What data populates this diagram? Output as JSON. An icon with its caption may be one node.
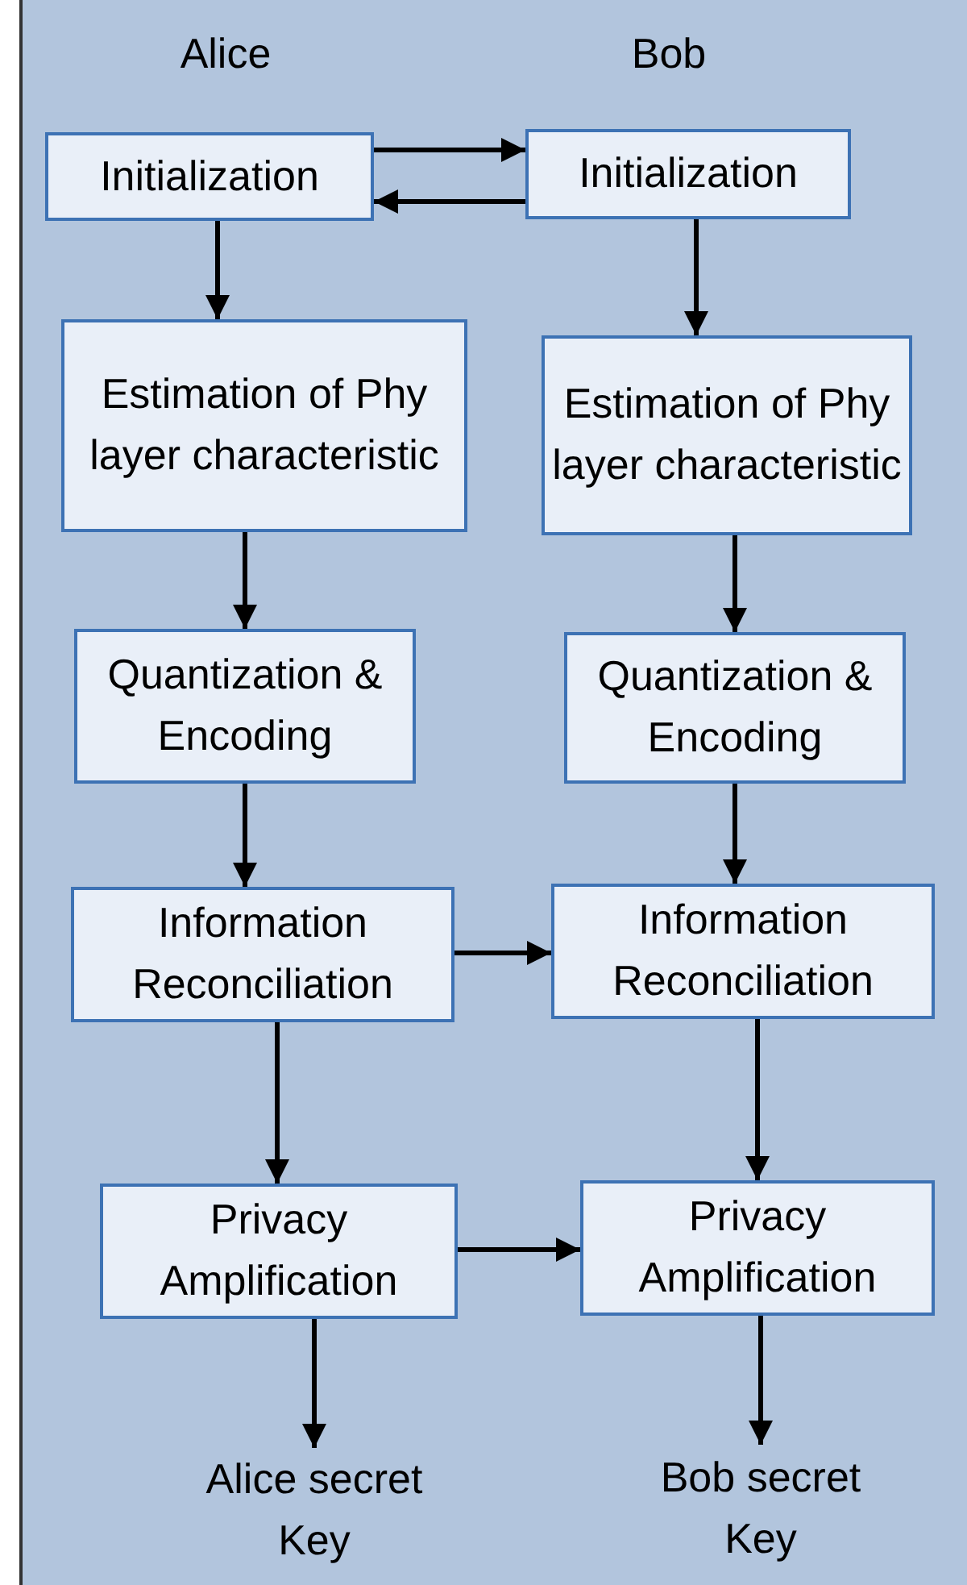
{
  "diagram": {
    "nodes": [
      {
        "text": [
          "Initialization"
        ]
      },
      {
        "text": [
          "Initialization"
        ]
      },
      {
        "text": [
          "Estimation of Phy layer characteristic"
        ]
      },
      {
        "text": [
          "Estimation of Phy layer characteristic"
        ]
      },
      {
        "text": [
          "Quantization & Encoding"
        ]
      },
      {
        "text": [
          "Quantization & Encoding"
        ]
      },
      {
        "text": [
          "Information Reconciliation"
        ]
      },
      {
        "text": [
          "Information Reconciliation"
        ]
      },
      {
        "text": [
          "Privacy Amplification"
        ]
      },
      {
        "text": [
          "Privacy Amplification"
        ]
      },
      {
        "text": [
          "Alice secret Key"
        ]
      },
      {
        "text": [
          "Bob secret Key"
        ]
      }
    ],
    "edges": [
      {
        "from": 0,
        "to": 1,
        "arrow": "to"
      },
      {
        "from": 1,
        "to": 0,
        "arrow": "to"
      },
      {
        "from": 0,
        "to": 2,
        "arrow": "to"
      },
      {
        "from": 1,
        "to": 3,
        "arrow": "to"
      },
      {
        "from": 2,
        "to": 4,
        "arrow": "to"
      },
      {
        "from": 3,
        "to": 5,
        "arrow": "to"
      },
      {
        "from": 4,
        "to": 6,
        "arrow": "to"
      },
      {
        "from": 5,
        "to": 7,
        "arrow": "to"
      },
      {
        "from": 6,
        "to": 7,
        "arrow": "to"
      },
      {
        "from": 6,
        "to": 8,
        "arrow": "to"
      },
      {
        "from": 7,
        "to": 9,
        "arrow": "to"
      },
      {
        "from": 8,
        "to": 9,
        "arrow": "to"
      },
      {
        "from": 8,
        "to": 10,
        "arrow": "to"
      },
      {
        "from": 9,
        "to": 11,
        "arrow": "to"
      }
    ],
    "labels": [
      "Alice",
      "Bob"
    ]
  }
}
